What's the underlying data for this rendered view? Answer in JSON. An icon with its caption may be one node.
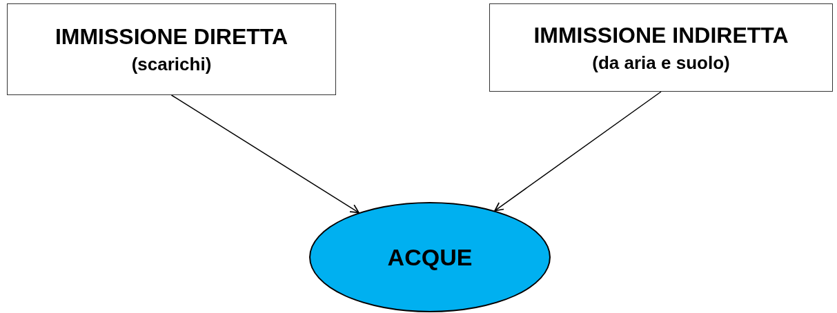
{
  "diagram": {
    "nodes": [
      {
        "text": [
          "IMMISSIONE DIRETTA",
          "(scarichi)"
        ]
      },
      {
        "text": [
          "IMMISSIONE INDIRETTA",
          "(da aria e suolo)"
        ]
      },
      {
        "text": [
          "ACQUE"
        ]
      }
    ],
    "edges": [
      {
        "from": 0,
        "to": 2,
        "arrow": "to"
      },
      {
        "from": 1,
        "to": 2,
        "arrow": "to"
      }
    ]
  }
}
